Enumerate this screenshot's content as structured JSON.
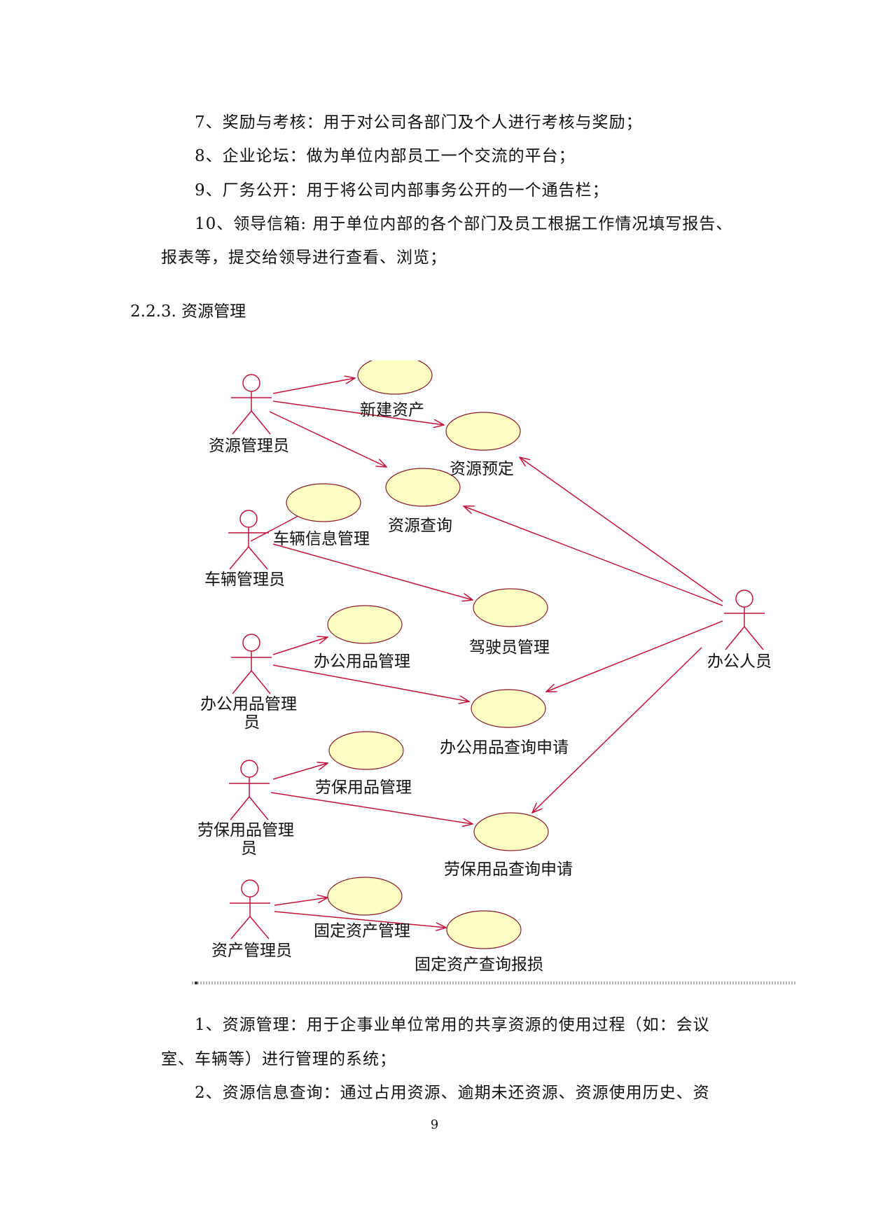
{
  "paragraphs_top": [
    {
      "text": "7、奖励与考核：用于对公司各部门及个人进行考核与奖励；"
    },
    {
      "text": "8、企业论坛：做为单位内部员工一个交流的平台；"
    },
    {
      "text": "9、厂务公开：用于将公司内部事务公开的一个通告栏；"
    },
    {
      "text": "10、领导信箱: 用于单位内部的各个部门及员工根据工作情况填写报告、"
    },
    {
      "text": "报表等，提交给领导进行查看、浏览；"
    }
  ],
  "section_heading": "2.2.3.  资源管理",
  "diagram": {
    "actors": [
      {
        "id": "res-admin",
        "label": "资源管理员"
      },
      {
        "id": "vehicle-admin",
        "label": "车辆管理员"
      },
      {
        "id": "office-admin",
        "label_lines": [
          "办公用品管理",
          "员"
        ]
      },
      {
        "id": "labor-admin",
        "label_lines": [
          "劳保用品管理",
          "员"
        ]
      },
      {
        "id": "asset-admin",
        "label": "资产管理员"
      },
      {
        "id": "office-staff",
        "label": "办公人员"
      }
    ],
    "use_cases": [
      {
        "id": "new-asset",
        "label": "新建资产"
      },
      {
        "id": "res-reserve",
        "label": "资源预定"
      },
      {
        "id": "res-query",
        "label": "资源查询"
      },
      {
        "id": "vehicle-info",
        "label": "车辆信息管理"
      },
      {
        "id": "driver-mgmt",
        "label": "驾驶员管理"
      },
      {
        "id": "office-mgmt",
        "label": "办公用品管理"
      },
      {
        "id": "office-query",
        "label": "办公用品查询申请"
      },
      {
        "id": "labor-mgmt",
        "label": "劳保用品管理"
      },
      {
        "id": "labor-query",
        "label": "劳保用品查询申请"
      },
      {
        "id": "fixed-mgmt",
        "label": "固定资产管理"
      },
      {
        "id": "fixed-query",
        "label": "固定资产查询报损"
      }
    ],
    "colors": {
      "actor": "#c0143c",
      "arrow": "#c0143c",
      "ellipse_fill": "#ffffc4",
      "ellipse_stroke": "#8a1a2a"
    }
  },
  "paragraphs_bottom": [
    {
      "text": "1、资源管理：用于企事业单位常用的共享资源的使用过程（如：会议"
    },
    {
      "text": "室、车辆等）进行管理的系统；"
    },
    {
      "text": "2、资源信息查询：通过占用资源、逾期未还资源、资源使用历史、资"
    }
  ],
  "page_number": "9"
}
